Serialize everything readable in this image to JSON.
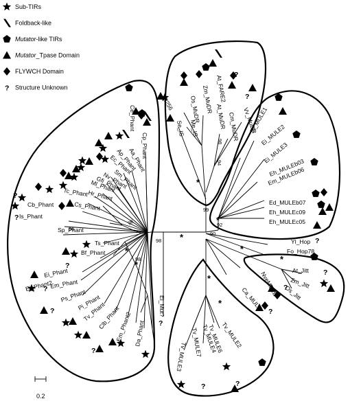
{
  "legend": {
    "items": [
      {
        "icon": "star",
        "name": "Sub-TIRs"
      },
      {
        "icon": "foldback",
        "name": "Foldback-like"
      },
      {
        "icon": "pentagon",
        "name": "Mutator-like TIRs",
        "italic": "Mutator",
        "rest": "-like TIRs"
      },
      {
        "icon": "triangle",
        "name": "Mutator_Tpase Domain",
        "italic": "Mutator",
        "rest": "_Tpase Domain"
      },
      {
        "icon": "diamond",
        "name": "FLYWCH Domain"
      },
      {
        "icon": "question",
        "name": "Structure Unknown"
      }
    ]
  },
  "scale_bar": {
    "label": "0.2"
  },
  "tree": {
    "taxa": [
      "Ce_Phant",
      "Cp_Phant",
      "Aa_Phant",
      "Ap_Phant",
      "Ec_Phant",
      "Sm_Phant",
      "Nv_Phant",
      "Gfi_Phant",
      "Ml_Phant",
      "Hr_Phant",
      "Tc_Phant",
      "Cs_Phant",
      "Cb_Phant",
      "Is_Phant",
      "Sp_Phant",
      "Ts_Phant",
      "Bf_Phant",
      "Ei_Phant",
      "Ei_Phant2",
      "Em_Phant",
      "Ps_Phant",
      "Pi_Phant",
      "Tv_Phant",
      "Clb_Phant",
      "Em_Phant2",
      "Da_Phant",
      "Ei_Mut?",
      "IS256",
      "Se_IS",
      "Me_IS",
      "Os_MuDR",
      "Zm_MuDR",
      "At_FARE2",
      "At_MuDR",
      "Cm_MuDR",
      "Vv_MuDR",
      "Ei_MULE1",
      "Ei_MULE2",
      "Ei_MULE3",
      "Em_MULEb06",
      "Eh_MULEb03",
      "Ed_MULEb07",
      "Eh_MULEc09",
      "Eh_MULEc05",
      "Yl_Hop",
      "Fo_Hop78",
      "At_Jitt",
      "Zm_Jitt",
      "Os_Jitt",
      "NveMULE",
      "Ca_MULE",
      "Tv_MULE2",
      "Tv_MULE4",
      "Tv_MULE6",
      "Tv_MULE7",
      "Tv_MULE3"
    ],
    "support_values": [
      "98",
      "96",
      "98",
      "98",
      "99",
      "98",
      "94",
      "92",
      "90"
    ],
    "support_marks": [
      "*"
    ],
    "question_mark": "?"
  }
}
